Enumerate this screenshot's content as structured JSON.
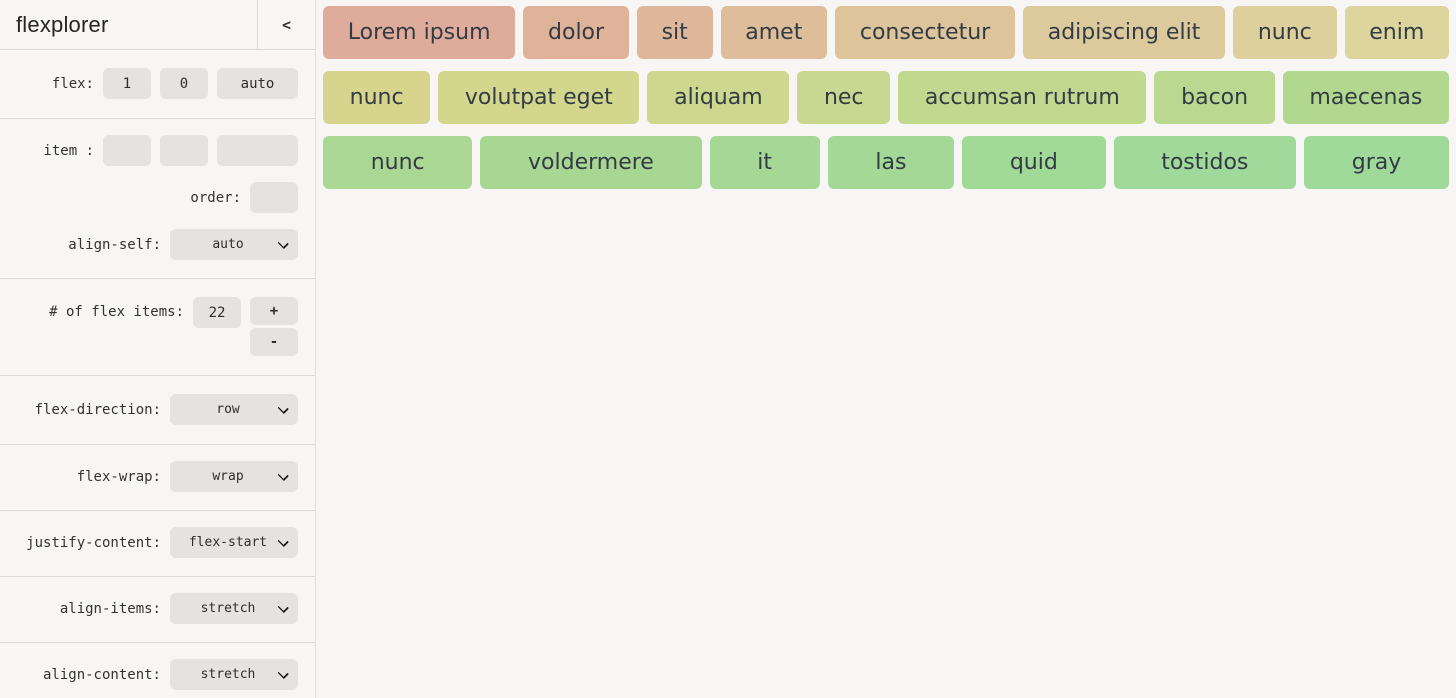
{
  "app": {
    "title": "flexplorer",
    "collapse_icon": "<"
  },
  "sidebar": {
    "flex_row": {
      "label": "flex:",
      "values": [
        "1",
        "0",
        "auto"
      ]
    },
    "item_row": {
      "label": "item :",
      "values": [
        "",
        "",
        ""
      ]
    },
    "order_row": {
      "label": "order:",
      "value": ""
    },
    "align_self": {
      "label": "align-self:",
      "value": "auto"
    },
    "count_row": {
      "label": "# of flex items:",
      "value": "22",
      "increment": "+",
      "decrement": "-"
    },
    "flex_direction": {
      "label": "flex-direction:",
      "value": "row"
    },
    "flex_wrap": {
      "label": "flex-wrap:",
      "value": "wrap"
    },
    "justify_content": {
      "label": "justify-content:",
      "value": "flex-start"
    },
    "align_items": {
      "label": "align-items:",
      "value": "stretch"
    },
    "align_content": {
      "label": "align-content:",
      "value": "stretch"
    }
  },
  "canvas": {
    "rows": [
      {
        "items": [
          {
            "label": "Lorem ipsum",
            "color": "#dfac9b"
          },
          {
            "label": "dolor",
            "color": "#dfb29a"
          },
          {
            "label": "sit",
            "color": "#dfb79a"
          },
          {
            "label": "amet",
            "color": "#debd9a"
          },
          {
            "label": "consectetur",
            "color": "#dec49b"
          },
          {
            "label": "adipiscing elit",
            "color": "#ddca9c"
          },
          {
            "label": "nunc",
            "color": "#ddd09d"
          },
          {
            "label": "enim",
            "color": "#dcd59e"
          }
        ]
      },
      {
        "items": [
          {
            "label": "nunc",
            "color": "#d6d48d"
          },
          {
            "label": "volutpat eget",
            "color": "#d3d78e"
          },
          {
            "label": "aliquam",
            "color": "#cdd78e"
          },
          {
            "label": "nec",
            "color": "#c9d891"
          },
          {
            "label": "accumsan rutrum",
            "color": "#c1d88f"
          },
          {
            "label": "bacon",
            "color": "#bad890"
          },
          {
            "label": "maecenas",
            "color": "#b2d88f"
          }
        ]
      },
      {
        "items": [
          {
            "label": "nunc",
            "color": "#abd794"
          },
          {
            "label": "voldermere",
            "color": "#a8d794"
          },
          {
            "label": "it",
            "color": "#a5d895"
          },
          {
            "label": "las",
            "color": "#a3d896"
          },
          {
            "label": "quid",
            "color": "#a1d997"
          },
          {
            "label": "tostidos",
            "color": "#a0d999"
          },
          {
            "label": "gray",
            "color": "#9fda9a"
          }
        ]
      }
    ]
  },
  "colors": {
    "background": "#f7f6f4",
    "control_background": "#e4e3e1",
    "divider": "#dcdad8",
    "item_text": "#333b44"
  }
}
